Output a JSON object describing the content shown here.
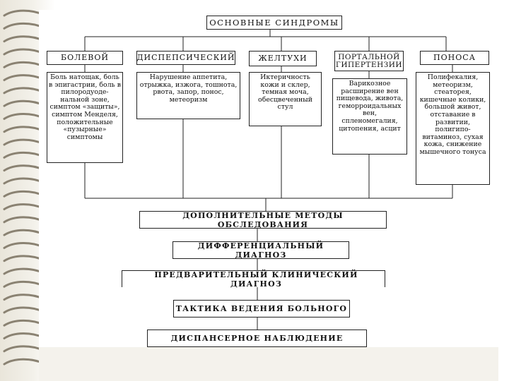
{
  "diagram": {
    "root": "ОСНОВНЫЕ СИНДРОМЫ",
    "syndromes": [
      {
        "label": "БОЛЕВОЙ",
        "description": "Боль натощак, боль\nв эпигастрии, боль в\nпилородуоде-\nнальной зоне,\nсимптом «защиты»,\nсимптом Менделя,\nположительные\n«пузырные»\nсимптомы"
      },
      {
        "label": "ДИСПЕПСИЧЕСКИЙ",
        "description": "Нарушение аппетита,\nотрыжка, изжога, тошнота,\nрвота, запор, понос,\nметеоризм"
      },
      {
        "label": "ЖЕЛТУХИ",
        "description": "Иктеричность\nкожи и склер,\nтемная моча,\nобесцвеченный\nстул"
      },
      {
        "label": "ПОРТАЛЬНОЙ\nГИПЕРТЕНЗИИ",
        "description": "Варикозное\nрасширение вен\nпищевода, живота,\nгеморроидальных\nвен,\nспленомегалия,\nцитопения, асцит"
      },
      {
        "label": "ПОНОСА",
        "description": "Полифекалия,\nметеоризм,\nстеаторея,\nкишечные колики,\nбольшой живот,\nотставание в\nразвитии,\nполигипо-\nвитаминоз, сухая\nкожа, снижение\nмышечного тонуса"
      }
    ],
    "flow": [
      "ДОПОЛНИТЕЛЬНЫЕ МЕТОДЫ ОБСЛЕДОВАНИЯ",
      "ДИФФЕРЕНЦИАЛЬНЫЙ ДИАГНОЗ",
      "ПРЕДВАРИТЕЛЬНЫЙ КЛИНИЧЕСКИЙ ДИАГНОЗ",
      "ТАКТИКА ВЕДЕНИЯ БОЛЬНОГО",
      "ДИСПАНСЕРНОЕ НАБЛЮДЕНИЕ"
    ]
  },
  "colors": {
    "line": "#222222",
    "binding_paper": "#e9e5da",
    "binding_ring": "#8a8272"
  }
}
